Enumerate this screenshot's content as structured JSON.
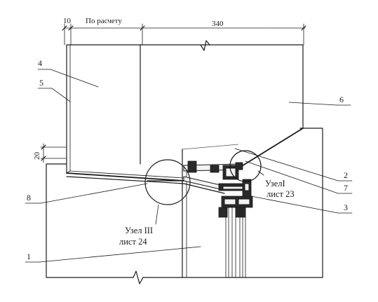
{
  "dimensions": {
    "gap": "10",
    "by_calc": "По расчету",
    "width": "340",
    "height": "20"
  },
  "callouts": {
    "c1": "1",
    "c2": "2",
    "c3": "3",
    "c4": "4",
    "c5": "5",
    "c6": "6",
    "c7": "7",
    "c8": "8"
  },
  "nodes": {
    "node1_title": "УзелI",
    "node1_sheet": "лист 23",
    "node3_title": "Узел III",
    "node3_sheet": "лист 24"
  }
}
